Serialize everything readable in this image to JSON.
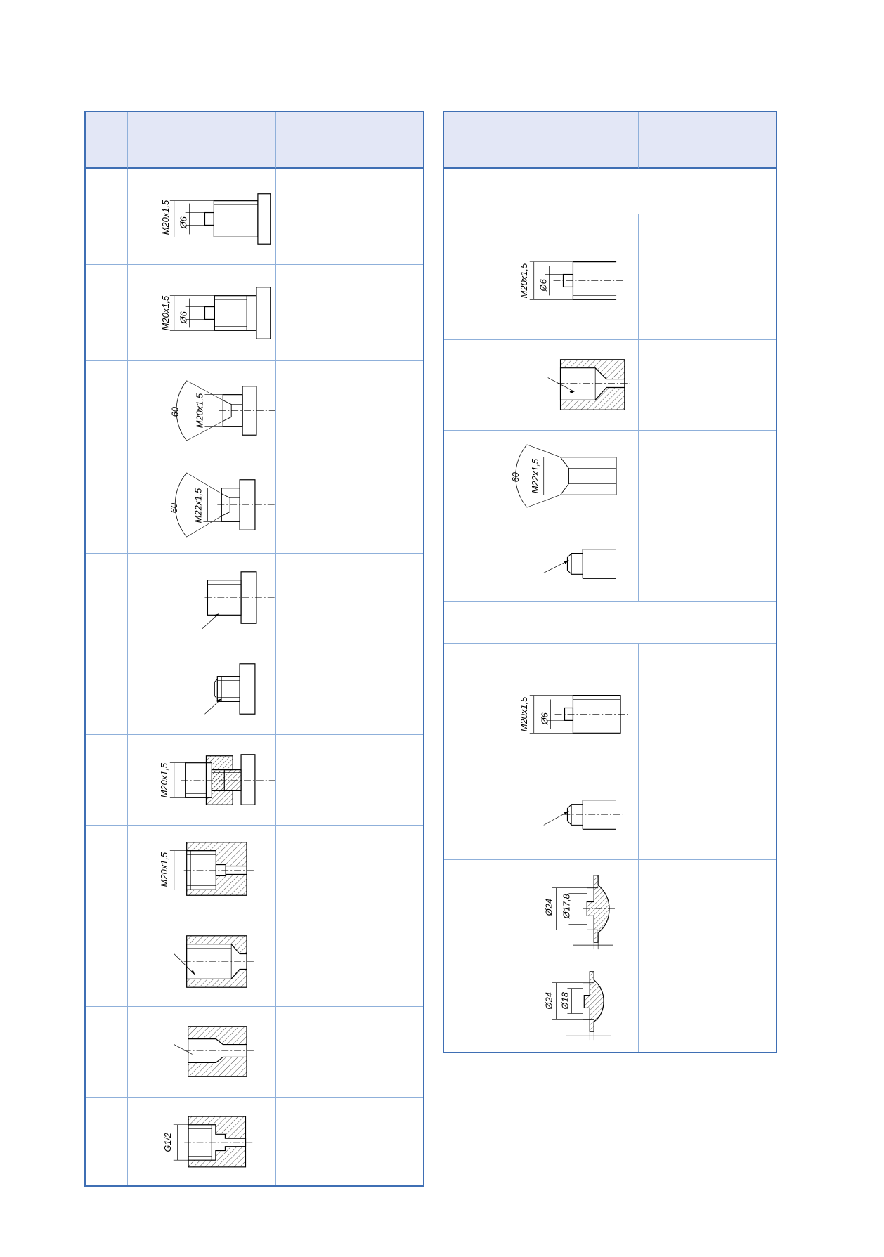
{
  "page": {
    "background": "#ffffff"
  },
  "colors": {
    "frame": "#3f6fb4",
    "grid": "#8fb0da",
    "header_fill": "#e3e7f6",
    "drawing": "#000000"
  },
  "left_table": {
    "header": [
      "",
      "",
      ""
    ],
    "rows": [
      {
        "drawing": "spigot-male-thread",
        "labels": [
          "M20x1,5",
          "Ø6"
        ]
      },
      {
        "drawing": "spigot-male-thread-undercut",
        "labels": [
          "M20x1,5",
          "Ø6"
        ]
      },
      {
        "drawing": "cone-female-60",
        "labels": [
          "60",
          "M20x1,5"
        ]
      },
      {
        "drawing": "cone-female-60",
        "labels": [
          "60",
          "M22x1,5"
        ]
      },
      {
        "drawing": "stud-blind-hole-leader",
        "labels": []
      },
      {
        "drawing": "stud-short-leader",
        "labels": []
      },
      {
        "drawing": "union-nut-coupling",
        "labels": [
          "M20x1,5"
        ]
      },
      {
        "drawing": "socket-female-thread",
        "labels": [
          "M20x1,5"
        ]
      },
      {
        "drawing": "socket-cone-leader",
        "labels": []
      },
      {
        "drawing": "socket-small-leader",
        "labels": []
      },
      {
        "drawing": "socket-pipe-thread",
        "labels": [
          "G1/2"
        ]
      }
    ]
  },
  "right_table": {
    "header": [
      "",
      "",
      ""
    ],
    "section_1": "",
    "section_2": "",
    "rows": [
      {
        "drawing": "shaft-male-thread",
        "labels": [
          "M20x1,5",
          "Ø6"
        ]
      },
      {
        "drawing": "cone-seat-leader",
        "labels": []
      },
      {
        "drawing": "shaft-cone-60",
        "labels": [
          "60",
          "M22x1,5"
        ]
      },
      {
        "drawing": "shaft-tip-leader",
        "labels": []
      },
      {
        "drawing": "shaft-male-thread-long",
        "labels": [
          "M20x1,5",
          "Ø6"
        ]
      },
      {
        "drawing": "shaft-tip-leader",
        "labels": []
      },
      {
        "drawing": "flange-seal",
        "labels": [
          "Ø24",
          "Ø17,8"
        ]
      },
      {
        "drawing": "flange-seal",
        "labels": [
          "Ø24",
          "Ø18"
        ]
      }
    ]
  }
}
